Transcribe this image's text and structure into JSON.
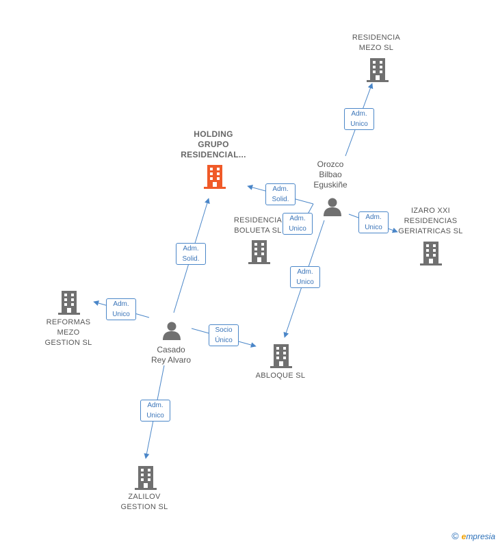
{
  "nodes": {
    "holding": {
      "label": "HOLDING\nGRUPO\nRESIDENCIAL...",
      "kind": "company-main"
    },
    "residencia_mezo": {
      "label": "RESIDENCIA\nMEZO  SL",
      "kind": "company"
    },
    "residencia_bolueta": {
      "label": "RESIDENCIA\nBOLUETA SL",
      "kind": "company"
    },
    "izaro": {
      "label": "IZARO XXI\nRESIDENCIAS\nGERIATRICAS SL",
      "kind": "company"
    },
    "reformas": {
      "label": "REFORMAS\nMEZO\nGESTION  SL",
      "kind": "company"
    },
    "abloque": {
      "label": "ABLOQUE SL",
      "kind": "company"
    },
    "zalilov": {
      "label": "ZALILOV\nGESTION  SL",
      "kind": "company"
    },
    "orozco": {
      "label": "Orozco\nBilbao\nEguskiñe",
      "kind": "person"
    },
    "casado": {
      "label": "Casado\nRey Alvaro",
      "kind": "person"
    }
  },
  "edges": [
    {
      "id": "e1",
      "from": "orozco",
      "to": "residencia_mezo",
      "label": "Adm.\nUnico"
    },
    {
      "id": "e2",
      "from": "orozco",
      "to": "holding",
      "label": "Adm.\nSolid."
    },
    {
      "id": "e3",
      "from": "orozco",
      "to": "residencia_bolueta",
      "label": "Adm.\nUnico"
    },
    {
      "id": "e4",
      "from": "orozco",
      "to": "izaro",
      "label": "Adm.\nUnico"
    },
    {
      "id": "e5",
      "from": "orozco",
      "to": "abloque",
      "label": "Adm.\nUnico"
    },
    {
      "id": "e6",
      "from": "casado",
      "to": "holding",
      "label": "Adm.\nSolid."
    },
    {
      "id": "e7",
      "from": "casado",
      "to": "reformas",
      "label": "Adm.\nUnico"
    },
    {
      "id": "e8",
      "from": "casado",
      "to": "abloque",
      "label": "Socio\nÚnico"
    },
    {
      "id": "e9",
      "from": "casado",
      "to": "zalilov",
      "label": "Adm.\nUnico"
    }
  ],
  "footer": {
    "copyright": "©",
    "brand_initial": "e",
    "brand_rest": "mpresia"
  },
  "colors": {
    "edge": "#4a86c8",
    "icon": "#707070",
    "main": "#f05a28"
  }
}
